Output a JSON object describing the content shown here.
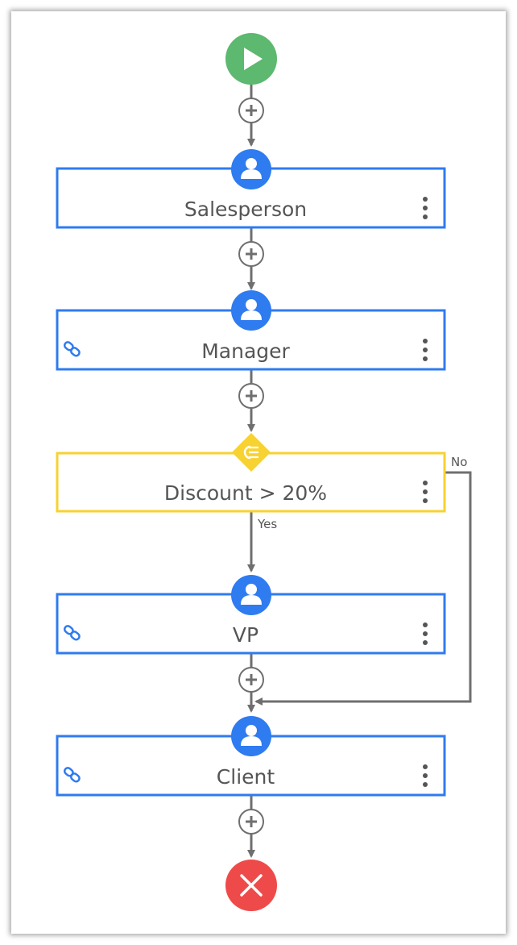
{
  "colors": {
    "step_border": "#2f7bf0",
    "condition_border": "#f7d230",
    "connector": "#6f6f6f",
    "start": "#5db870",
    "end": "#ef4a4a",
    "label": "#555555"
  },
  "start_node": {
    "icon": "play-icon"
  },
  "end_node": {
    "icon": "close-x-icon"
  },
  "steps": [
    {
      "id": "salesperson",
      "label": "Salesperson",
      "kind": "user-step",
      "link": false
    },
    {
      "id": "manager",
      "label": "Manager",
      "kind": "user-step",
      "link": true
    },
    {
      "id": "discount",
      "label": "Discount > 20%",
      "kind": "condition",
      "link": false
    },
    {
      "id": "vp",
      "label": "VP",
      "kind": "user-step",
      "link": true
    },
    {
      "id": "client",
      "label": "Client",
      "kind": "user-step",
      "link": true
    }
  ],
  "branches": {
    "yes_label": "Yes",
    "no_label": "No"
  },
  "icons": {
    "step_badge": "user-icon",
    "condition_badge": "condition-icon",
    "link": "link-icon",
    "menu": "more-vertical-icon",
    "add": "add-step-icon"
  }
}
